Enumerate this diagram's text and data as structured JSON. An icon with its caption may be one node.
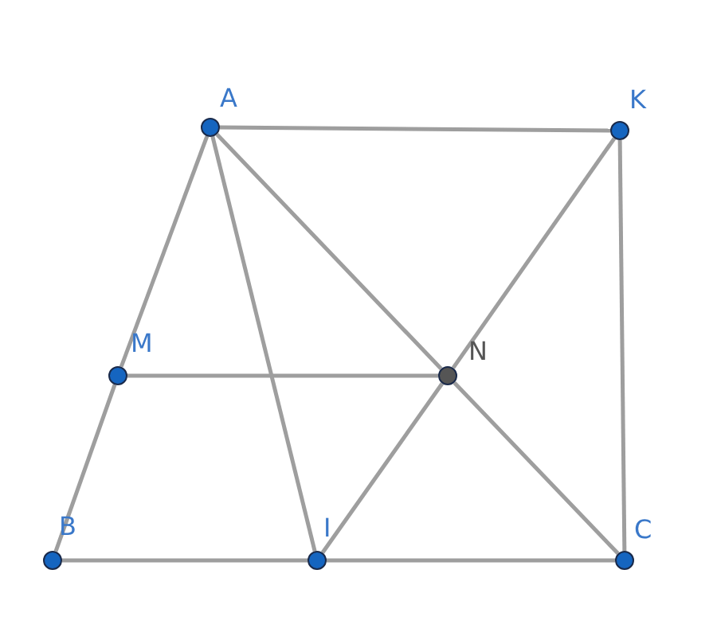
{
  "diagram": {
    "nodes": [
      {
        "text": [
          "A"
        ]
      },
      {
        "text": [
          "K"
        ]
      },
      {
        "text": [
          "M"
        ]
      },
      {
        "text": [
          "N"
        ]
      },
      {
        "text": [
          "B"
        ]
      },
      {
        "text": [
          "I"
        ]
      },
      {
        "text": [
          "C"
        ]
      }
    ],
    "edges": [
      {
        "from": 0,
        "to": 1,
        "arrow": "none"
      },
      {
        "from": 0,
        "to": 2,
        "arrow": "none"
      },
      {
        "from": 2,
        "to": 4,
        "arrow": "none"
      },
      {
        "from": 0,
        "to": 5,
        "arrow": "none"
      },
      {
        "from": 0,
        "to": 3,
        "arrow": "none"
      },
      {
        "from": 3,
        "to": 6,
        "arrow": "none"
      },
      {
        "from": 1,
        "to": 3,
        "arrow": "none"
      },
      {
        "from": 3,
        "to": 5,
        "arrow": "none"
      },
      {
        "from": 1,
        "to": 6,
        "arrow": "none"
      },
      {
        "from": 2,
        "to": 3,
        "arrow": "none"
      },
      {
        "from": 4,
        "to": 5,
        "arrow": "none"
      },
      {
        "from": 5,
        "to": 6,
        "arrow": "none"
      }
    ]
  }
}
